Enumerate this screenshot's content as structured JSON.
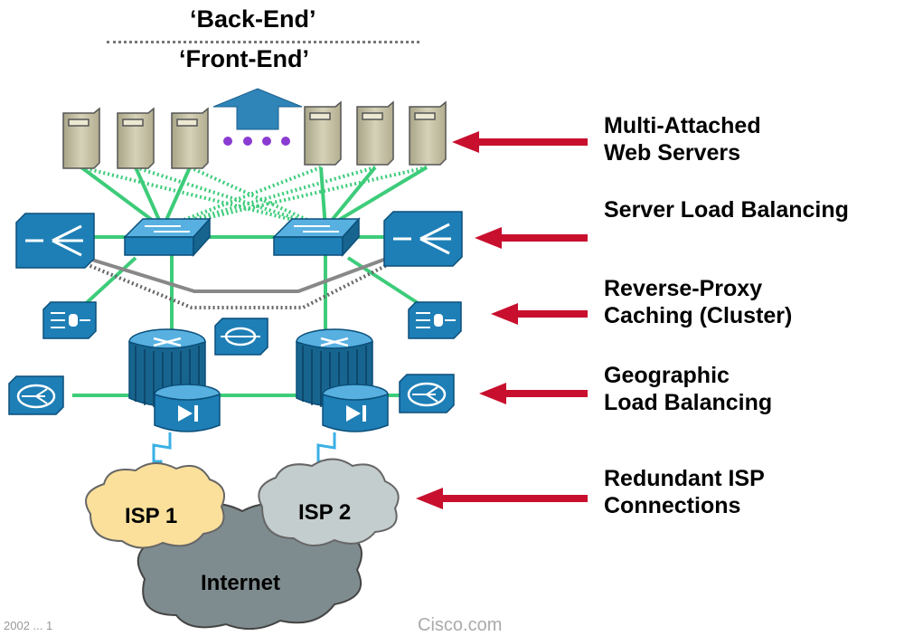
{
  "header": {
    "back_end": "‘Back-End’",
    "front_end": "‘Front-End’"
  },
  "labels": [
    {
      "lines": [
        "Multi-Attached",
        "Web Servers"
      ]
    },
    {
      "lines": [
        "Server Load Balancing"
      ]
    },
    {
      "lines": [
        "Reverse-Proxy",
        "Caching (Cluster)"
      ]
    },
    {
      "lines": [
        "Geographic",
        "Load Balancing"
      ]
    },
    {
      "lines": [
        "Redundant ISP",
        "Connections"
      ]
    }
  ],
  "clouds": {
    "isp1": "ISP 1",
    "isp2": "ISP 2",
    "internet": "Internet"
  },
  "footer": {
    "left": "2002 ... 1",
    "right": "Cisco.com"
  },
  "colors": {
    "link": "#3dcc7a",
    "arrow": "#c8102e",
    "device": "#1e7fb6",
    "server": "#c9c4a8",
    "isp1": "#fbe09b",
    "isp2": "#c4cdcd",
    "internet": "#7f8c8f"
  }
}
